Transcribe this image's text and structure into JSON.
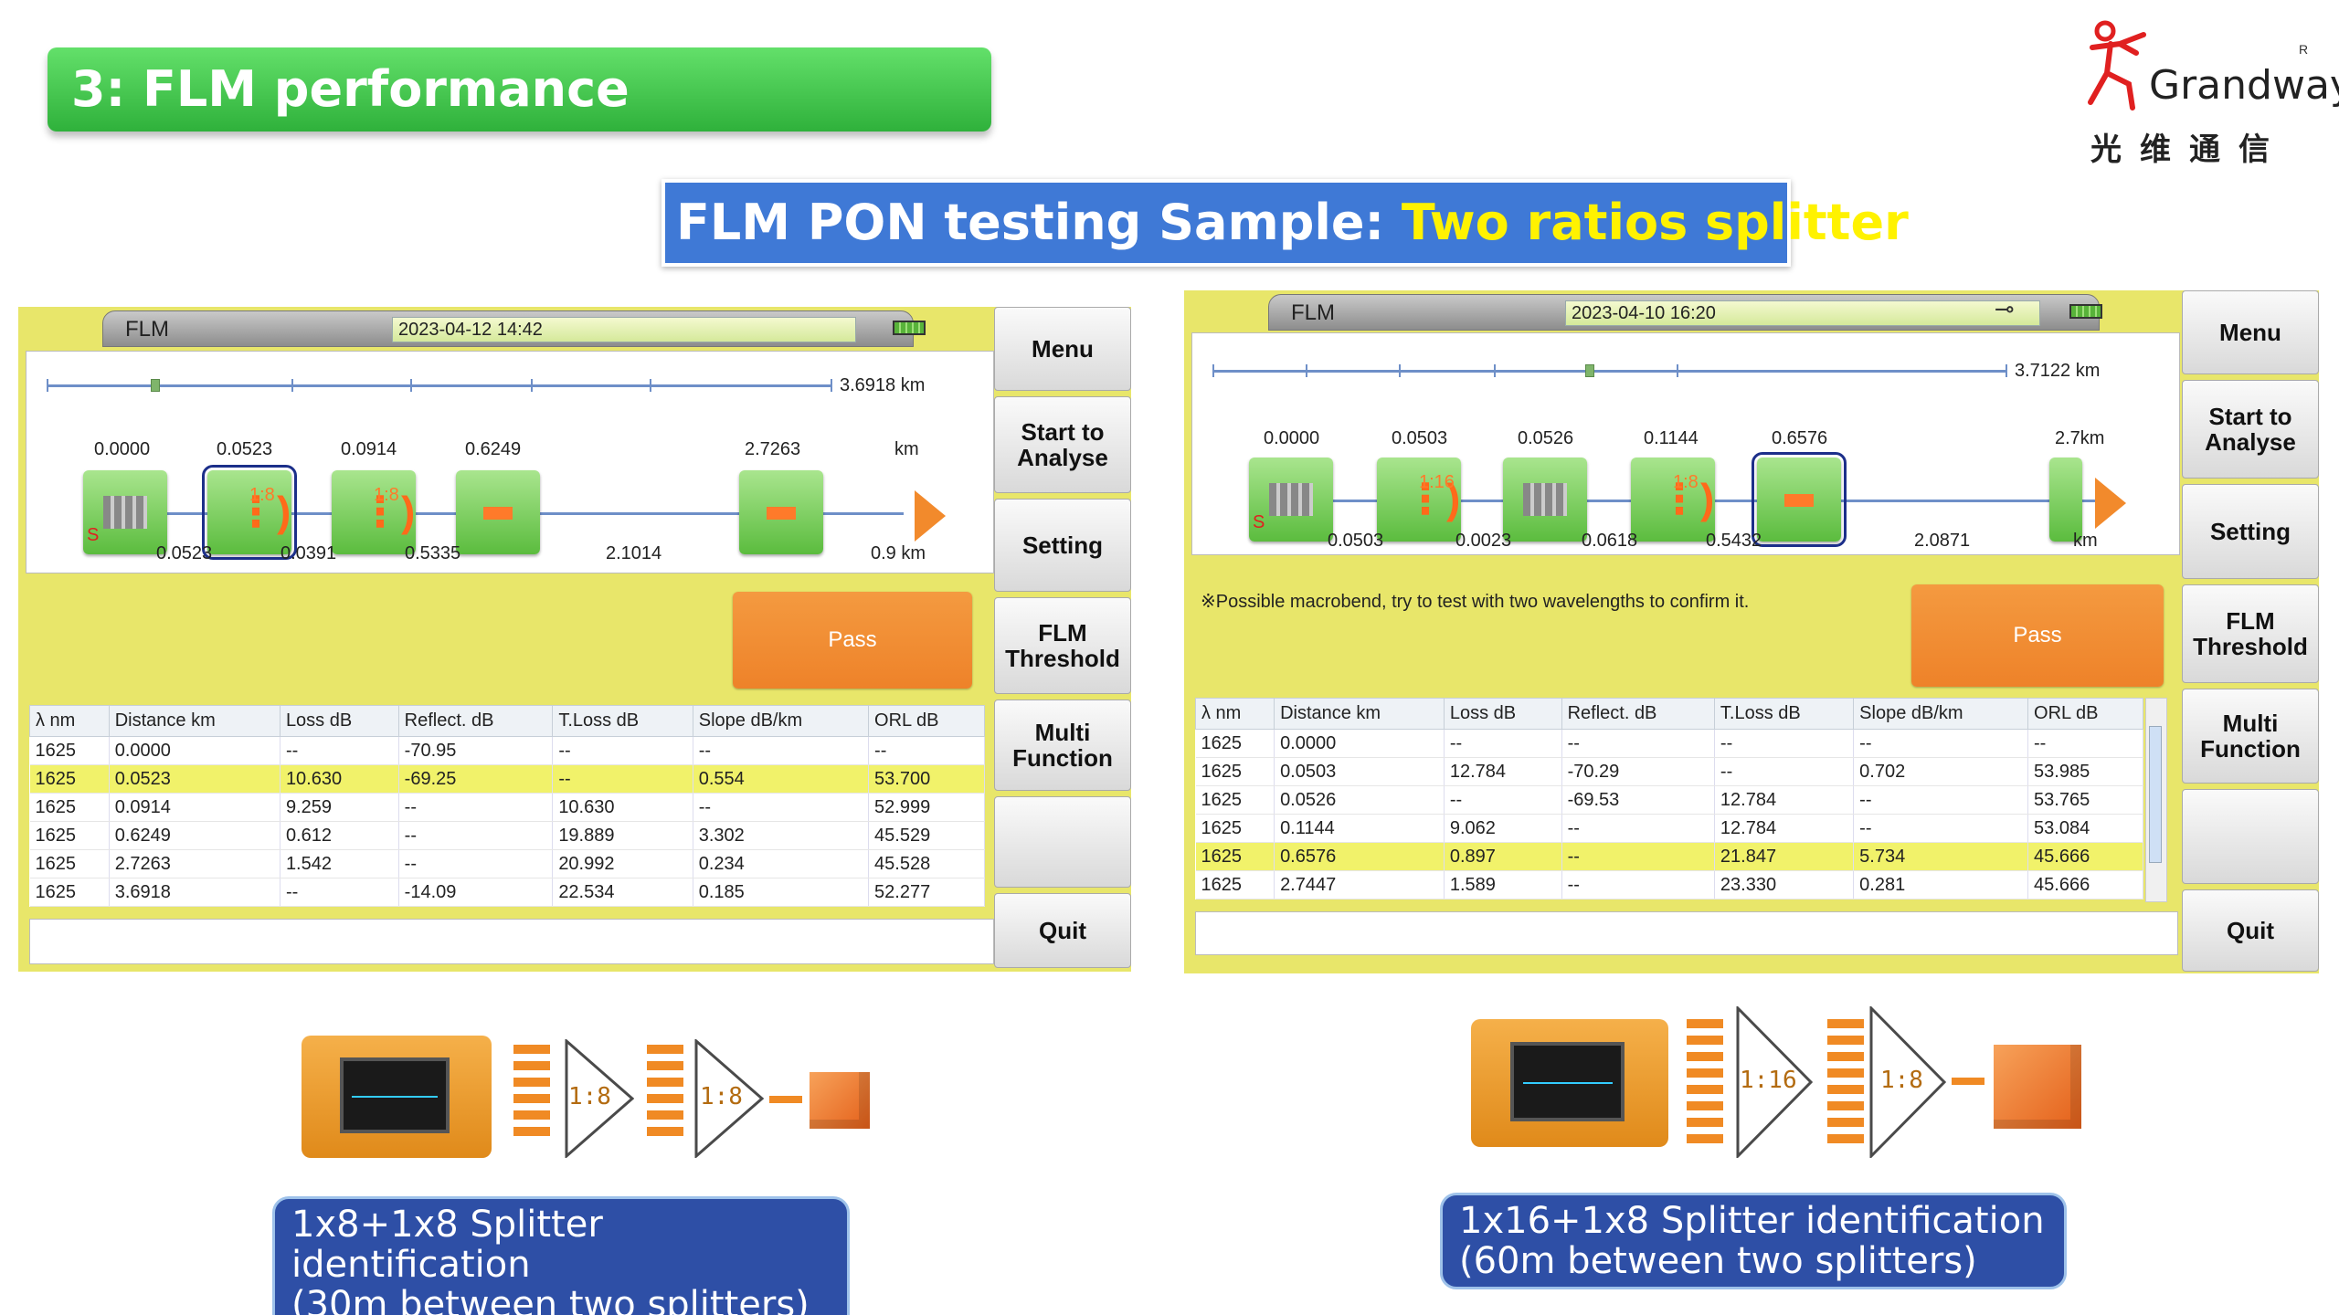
{
  "slide": {
    "title": "3: FLM performance optimization",
    "subtitle_main": "FLM PON testing Sample: ",
    "subtitle_highlight": "Two ratios splitter"
  },
  "logo": {
    "name": "Grandway",
    "registered": "R",
    "chinese": "光维通信"
  },
  "left": {
    "app_name": "FLM",
    "datetime": "2023-04-12 14:42",
    "distance_total": "3.6918 km",
    "top_positions": [
      "0.0000",
      "0.0523",
      "0.0914",
      "0.6249",
      "2.7263"
    ],
    "unit_top": "km",
    "bottom_spans": [
      "0.0523",
      "0.0391",
      "0.5335",
      "2.1014",
      "0.9 km"
    ],
    "ratios": [
      "1:8",
      "1:8"
    ],
    "start_marker": "S",
    "pass_label": "Pass",
    "menu": [
      "Menu",
      "Start to\nAnalyse",
      "Setting",
      "FLM\nThreshold",
      "Multi\nFunction",
      "",
      "Quit"
    ],
    "table": {
      "headers": [
        "λ nm",
        "Distance km",
        "Loss dB",
        "Reflect. dB",
        "T.Loss dB",
        "Slope dB/km",
        "ORL dB"
      ],
      "rows": [
        [
          "1625",
          "0.0000",
          "--",
          "-70.95",
          "--",
          "--",
          "--"
        ],
        [
          "1625",
          "0.0523",
          "10.630",
          "-69.25",
          "--",
          "0.554",
          "53.700"
        ],
        [
          "1625",
          "0.0914",
          "9.259",
          "--",
          "10.630",
          "--",
          "52.999"
        ],
        [
          "1625",
          "0.6249",
          "0.612",
          "--",
          "19.889",
          "3.302",
          "45.529"
        ],
        [
          "1625",
          "2.7263",
          "1.542",
          "--",
          "20.992",
          "0.234",
          "45.528"
        ],
        [
          "1625",
          "3.6918",
          "--",
          "-14.09",
          "22.534",
          "0.185",
          "52.277"
        ]
      ],
      "highlight_row": 1
    },
    "caption_line1": "1x8+1x8 Splitter identification",
    "caption_line2": "(30m between two splitters)",
    "diagram_ratios": [
      "1:8",
      "1:8"
    ]
  },
  "right": {
    "app_name": "FLM",
    "datetime": "2023-04-10 16:20",
    "distance_total": "3.7122 km",
    "top_positions": [
      "0.0000",
      "0.0503",
      "0.0526",
      "0.1144",
      "0.6576",
      "2.7km"
    ],
    "bottom_spans": [
      "0.0503",
      "0.0023",
      "0.0618",
      "0.5432",
      "2.0871",
      "km"
    ],
    "ratios": [
      "1:16",
      "1:8"
    ],
    "start_marker": "S",
    "note": "※Possible macrobend, try to test with two wavelengths to confirm it.",
    "pass_label": "Pass",
    "menu": [
      "Menu",
      "Start to\nAnalyse",
      "Setting",
      "FLM\nThreshold",
      "Multi\nFunction",
      "",
      "Quit"
    ],
    "table": {
      "headers": [
        "λ nm",
        "Distance km",
        "Loss dB",
        "Reflect. dB",
        "T.Loss dB",
        "Slope dB/km",
        "ORL dB"
      ],
      "rows": [
        [
          "1625",
          "0.0000",
          "--",
          "--",
          "--",
          "--",
          "--"
        ],
        [
          "1625",
          "0.0503",
          "12.784",
          "-70.29",
          "--",
          "0.702",
          "53.985"
        ],
        [
          "1625",
          "0.0526",
          "--",
          "-69.53",
          "12.784",
          "--",
          "53.765"
        ],
        [
          "1625",
          "0.1144",
          "9.062",
          "--",
          "12.784",
          "--",
          "53.084"
        ],
        [
          "1625",
          "0.6576",
          "0.897",
          "--",
          "21.847",
          "5.734",
          "45.666"
        ],
        [
          "1625",
          "2.7447",
          "1.589",
          "--",
          "23.330",
          "0.281",
          "45.666"
        ]
      ],
      "highlight_row": 4
    },
    "caption_line1": "1x16+1x8 Splitter identification",
    "caption_line2": "(60m between two splitters)",
    "diagram_ratios": [
      "1:16",
      "1:8"
    ]
  },
  "colors": {
    "banner": "#3cc447",
    "subtitle_bg": "#3f79d6",
    "highlight_text": "#fff200",
    "panel": "#e8e66a",
    "pass": "#ef8a2e",
    "row_highlight": "#f1f26a",
    "caption_bg": "#2e4fa6"
  }
}
